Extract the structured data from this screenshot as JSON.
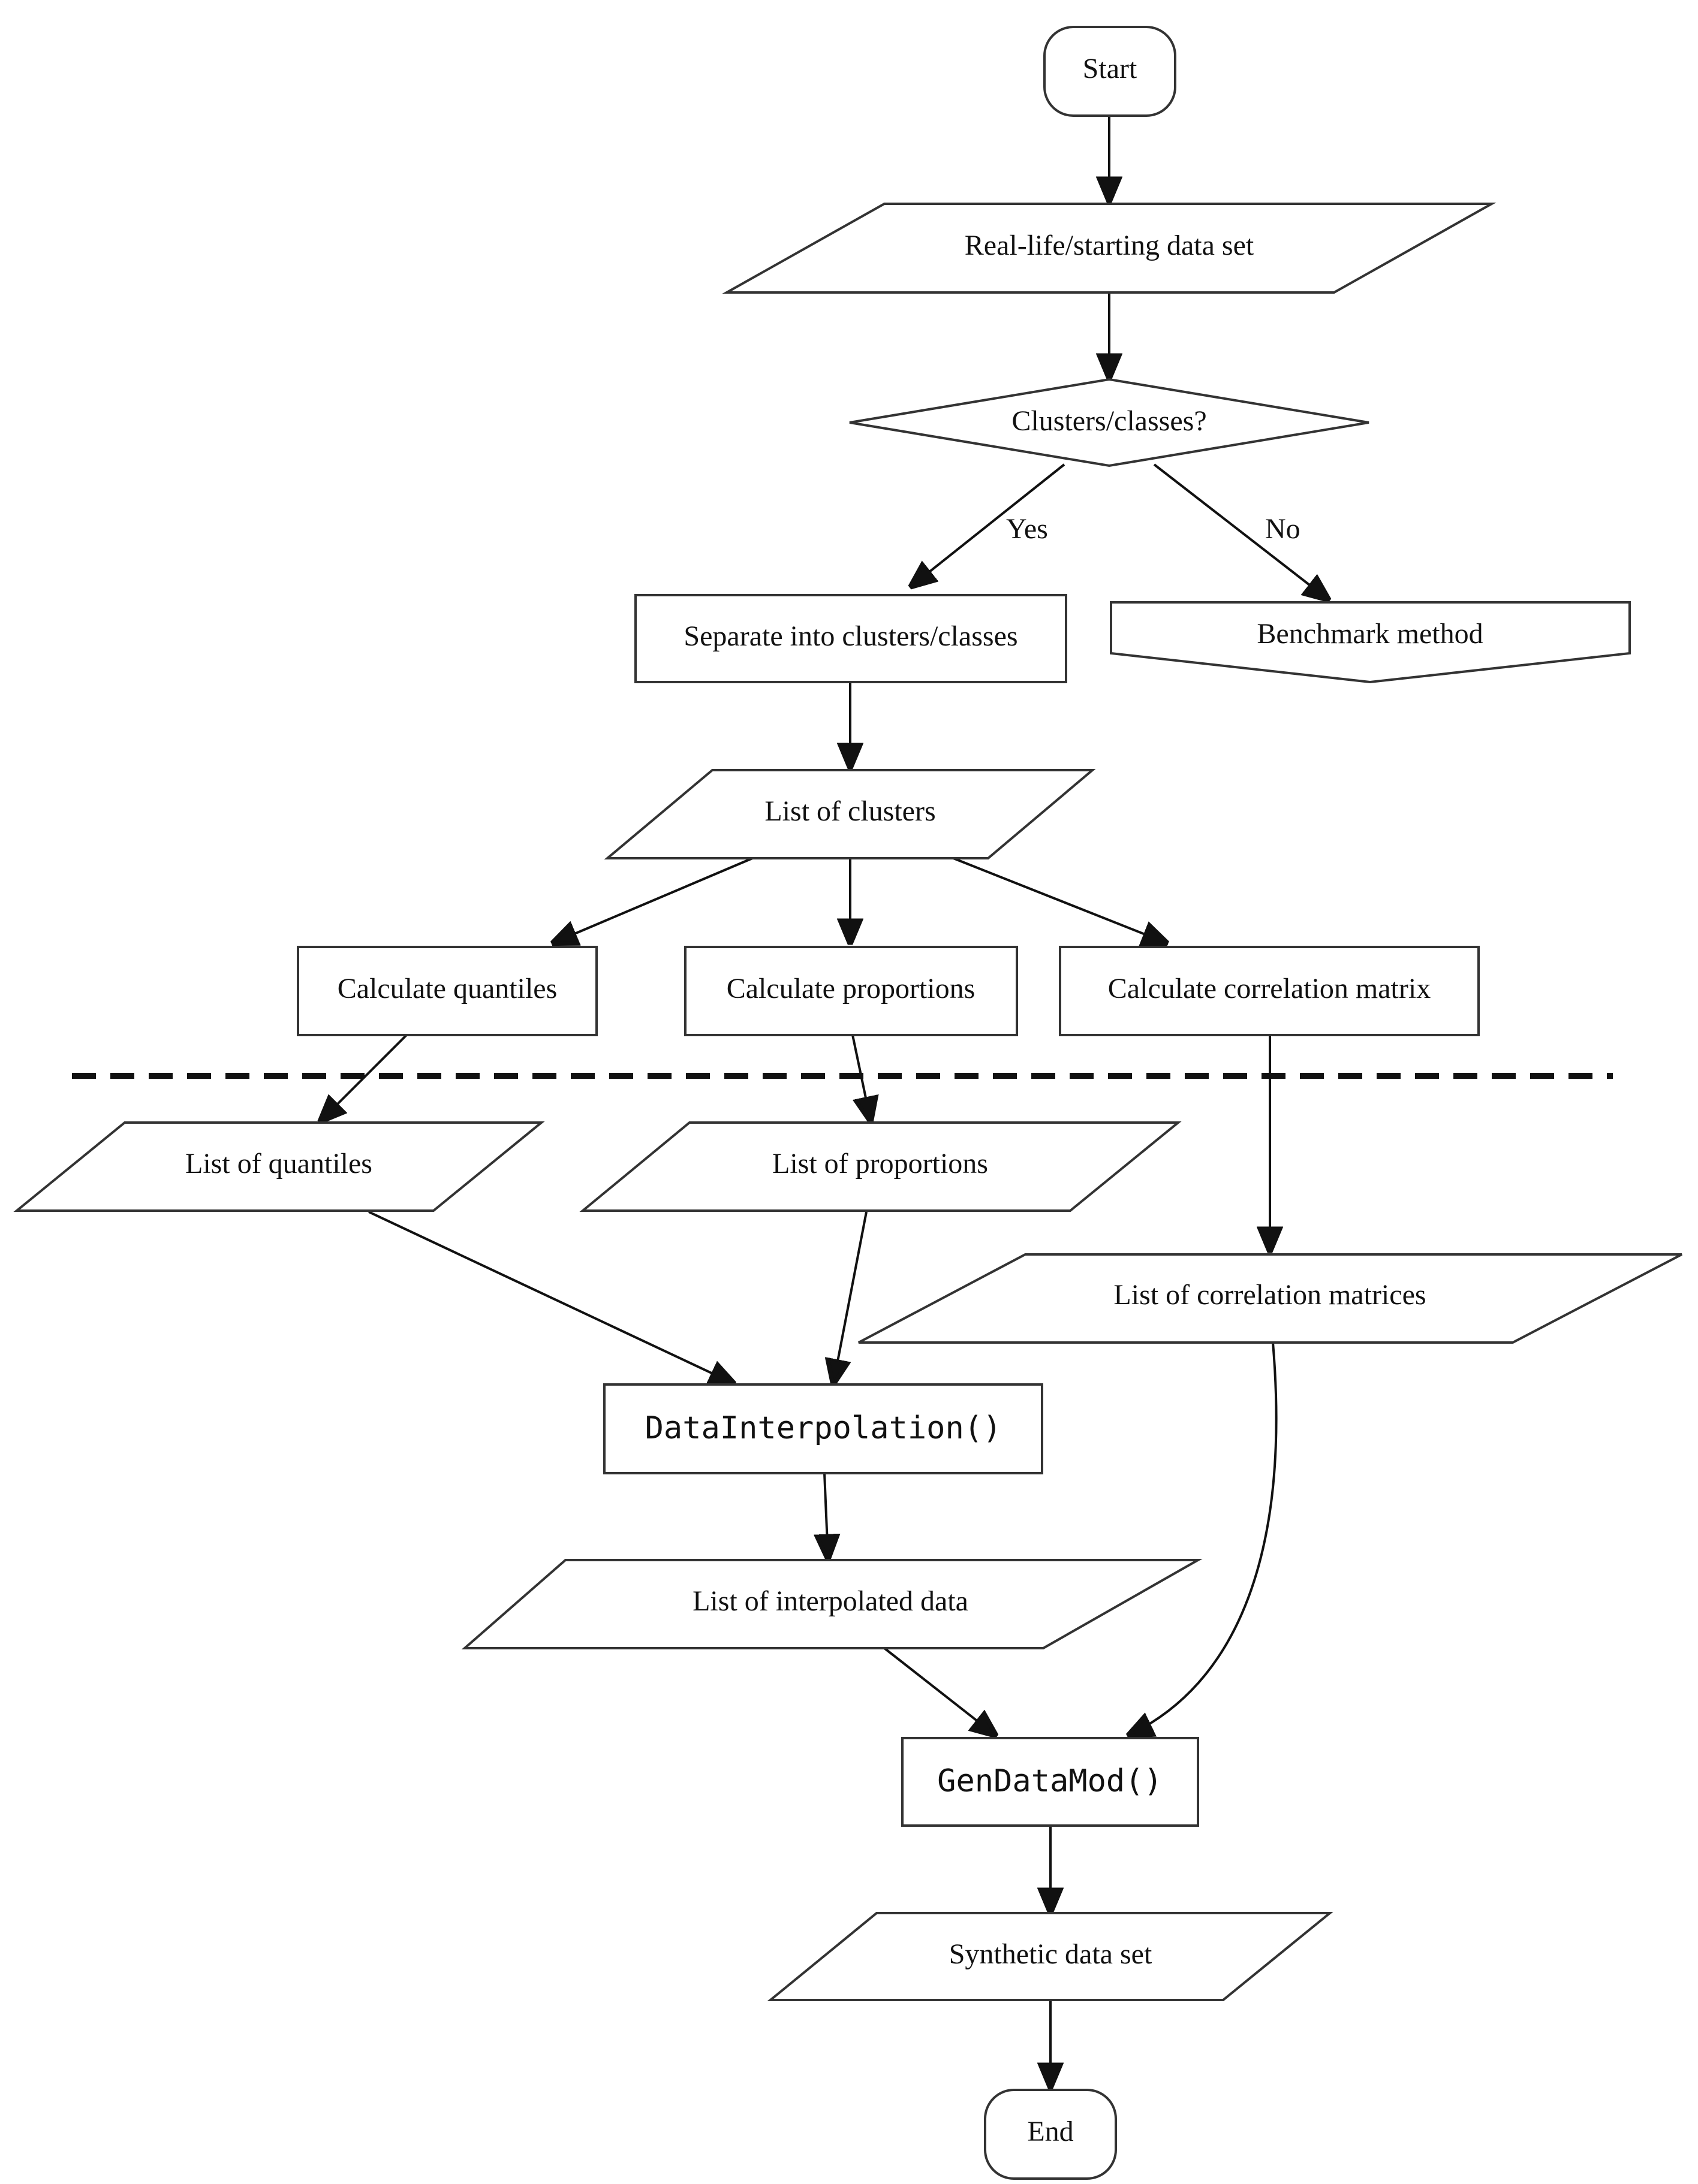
{
  "nodes": {
    "start": "Start",
    "real_life_data": "Real-life/starting data set",
    "clusters_decision": "Clusters/classes?",
    "separate_clusters": "Separate into clusters/classes",
    "benchmark_method": "Benchmark method",
    "list_of_clusters": "List of clusters",
    "calc_quantiles": "Calculate quantiles",
    "calc_proportions": "Calculate proportions",
    "calc_correlation": "Calculate correlation matrix",
    "list_quantiles": "List of quantiles",
    "list_proportions": "List of proportions",
    "list_correlation": "List of correlation matrices",
    "data_interpolation": "DataInterpolation()",
    "list_interpolated": "List of interpolated data",
    "gen_data_mod": "GenDataMod()",
    "synthetic_data": "Synthetic data set",
    "end": "End"
  },
  "edge_labels": {
    "yes": "Yes",
    "no": "No"
  },
  "colors": {
    "stroke": "#333333",
    "line": "#111111",
    "fill": "#ffffff"
  }
}
